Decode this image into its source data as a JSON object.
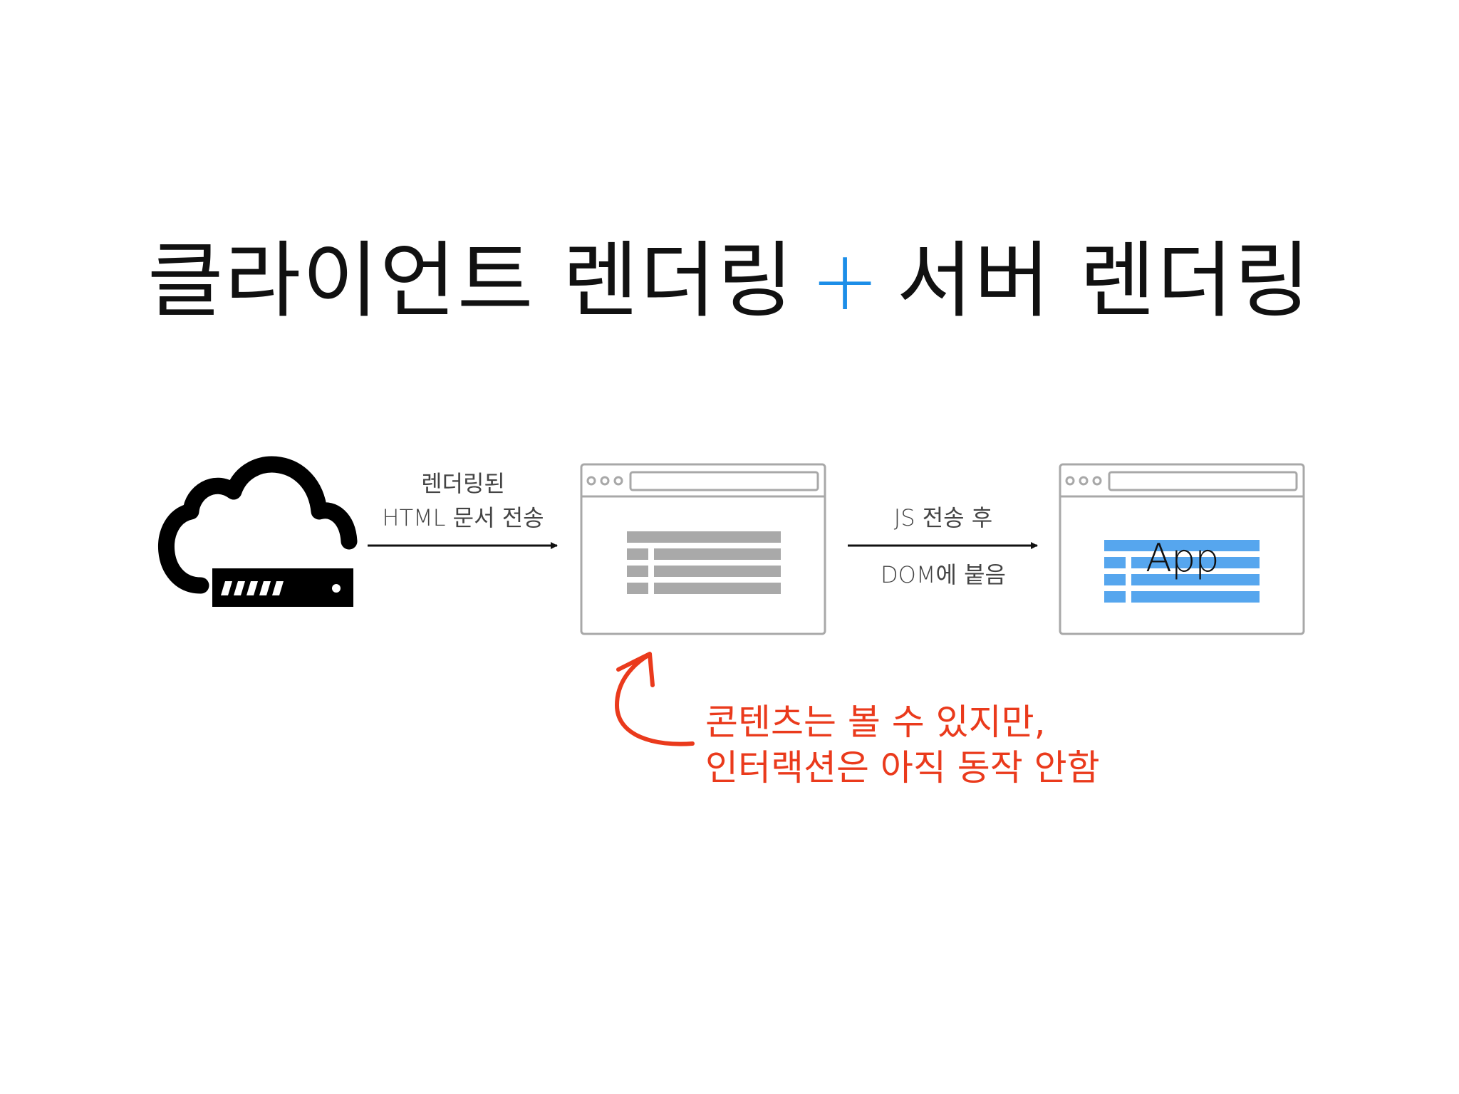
{
  "title": {
    "left": "클라이언트 렌더링",
    "plus": "+",
    "right": "서버 렌더링"
  },
  "arrow1": {
    "line1": "렌더링된",
    "line2": "HTML 문서 전송"
  },
  "arrow2": {
    "above": "JS 전송 후",
    "below": "DOM에 붙음"
  },
  "app_label": "App",
  "note": {
    "line1": "콘텐츠는 볼 수 있지만,",
    "line2": "인터랙션은 아직 동작 안함"
  },
  "colors": {
    "title_plus": "#1c8ee8",
    "note": "#ea3a1c",
    "app_table": "#56a6ee",
    "rendered_table": "#a9a9a9",
    "browser_border": "#a8a8a8"
  },
  "icons": {
    "server": "cloud-server-icon",
    "curved_arrow": "curved-arrow-icon"
  }
}
